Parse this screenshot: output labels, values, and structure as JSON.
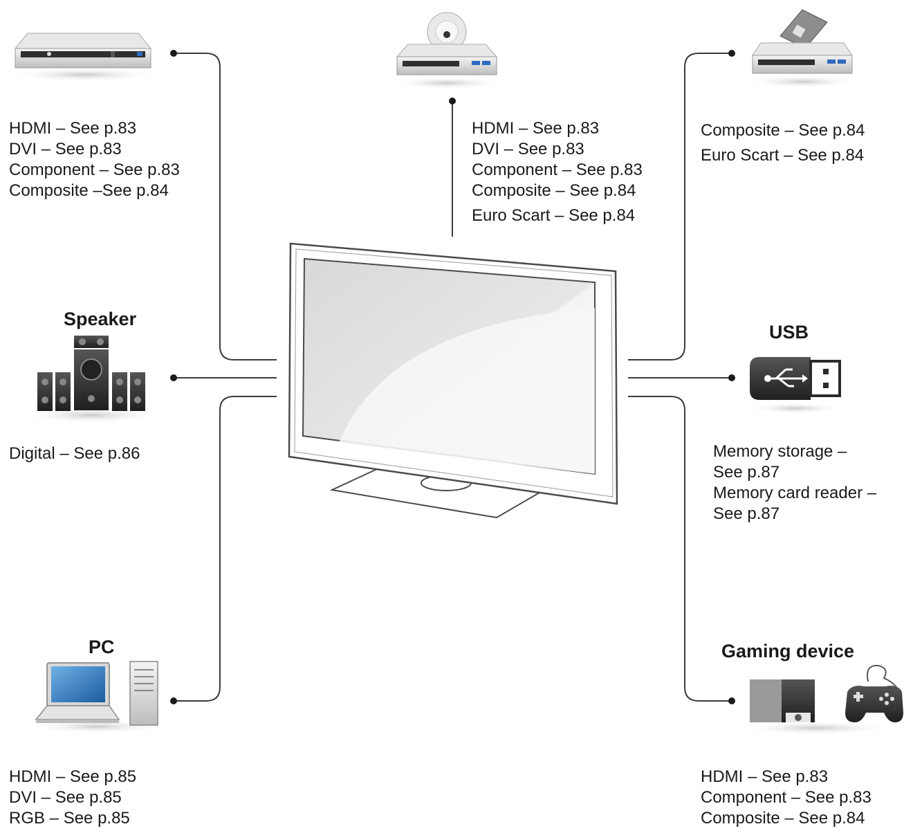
{
  "devices": {
    "dvd_player": {
      "lines": [
        "HDMI – See p.83",
        "DVI – See p.83",
        "Component – See p.83",
        "Composite –See p.84"
      ]
    },
    "bluray_player": {
      "lines": [
        "HDMI – See p.83",
        "DVI – See p.83",
        "Component – See p.83",
        "Composite – See p.84",
        "Euro Scart –  See p.84"
      ]
    },
    "vcr": {
      "lines": [
        "Composite – See p.84",
        "Euro Scart –  See p.84"
      ]
    },
    "speaker": {
      "label": "Speaker",
      "lines": [
        "Digital – See p.86"
      ]
    },
    "usb": {
      "label": "USB",
      "lines": [
        "Memory storage –",
        "See p.87",
        "Memory card reader –",
        "See p.87"
      ]
    },
    "pc": {
      "label": "PC",
      "lines": [
        "HDMI – See p.85",
        "DVI – See p.85",
        "RGB – See p.85"
      ]
    },
    "gaming": {
      "label": "Gaming device",
      "lines": [
        "HDMI – See p.83",
        "Component – See p.83",
        "Composite – See p.84"
      ]
    }
  },
  "icons": {
    "dvd_player": "dvd-player-icon",
    "bluray_player": "disc-player-icon",
    "vcr": "vcr-icon",
    "speaker": "speaker-system-icon",
    "usb": "usb-drive-icon",
    "pc": "pc-icon",
    "gaming": "game-console-icon",
    "tv": "tv-icon"
  },
  "colors": {
    "line": "#3a3a3a",
    "text": "#1a1a1a",
    "device_silver": "#d9d9d9",
    "device_dark": "#2b2b2b",
    "screen_blue": "#1f6fb8"
  }
}
